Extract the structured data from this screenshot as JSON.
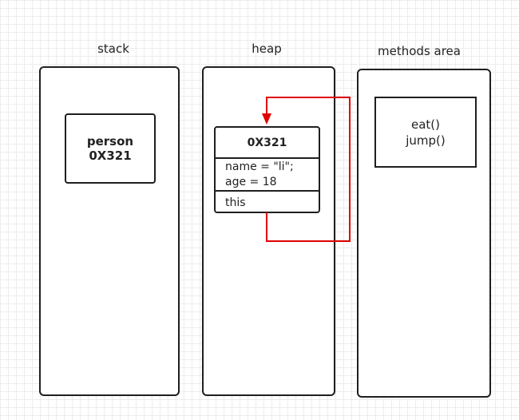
{
  "regions": {
    "stack": {
      "label": "stack",
      "var": {
        "name": "person",
        "address": "0X321"
      }
    },
    "heap": {
      "label": "heap",
      "object": {
        "address": "0X321",
        "fields": [
          "name = \"li\";",
          "age = 18"
        ],
        "self_ref": "this"
      }
    },
    "methods": {
      "label": "methods area",
      "methods": [
        "eat()",
        "jump()"
      ]
    }
  },
  "colors": {
    "pointer": "#e00000",
    "outline": "#1f1f1f",
    "grid": "#ececec"
  }
}
